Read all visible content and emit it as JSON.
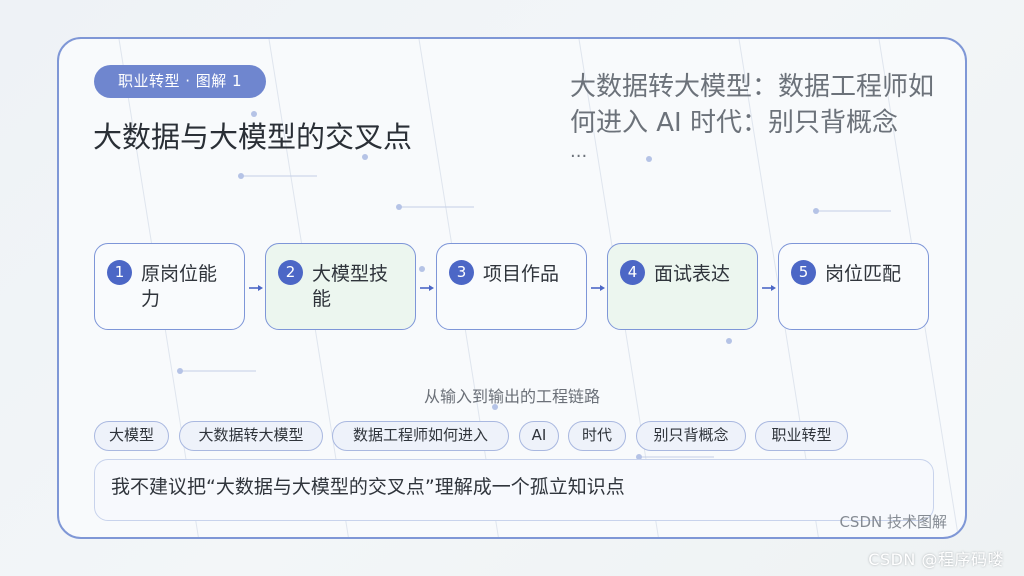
{
  "header": {
    "pill": "职业转型 · 图解 1",
    "title": "大数据与大模型的交叉点",
    "side_title": "大数据转大模型：数据工程师如何进入 AI 时代：别只背概念",
    "side_ellipsis": "..."
  },
  "steps": [
    {
      "num": "1",
      "label": "原岗位能力"
    },
    {
      "num": "2",
      "label": "大模型技能"
    },
    {
      "num": "3",
      "label": "项目作品"
    },
    {
      "num": "4",
      "label": "面试表达"
    },
    {
      "num": "5",
      "label": "岗位匹配"
    }
  ],
  "chain_caption": "从输入到输出的工程链路",
  "tags": [
    "大模型",
    "大数据转大模型",
    "数据工程师如何进入",
    "AI",
    "时代",
    "别只背概念",
    "职业转型"
  ],
  "quote": "我不建议把“大数据与大模型的交叉点”理解成一个孤立知识点",
  "credit": "CSDN 技术图解",
  "watermark": "CSDN @程序码喽",
  "colors": {
    "accent": "#6f86cf",
    "number_badge": "#4c67c6",
    "border": "#7e96d8",
    "alt_step_bg": "#ecf6ef"
  }
}
